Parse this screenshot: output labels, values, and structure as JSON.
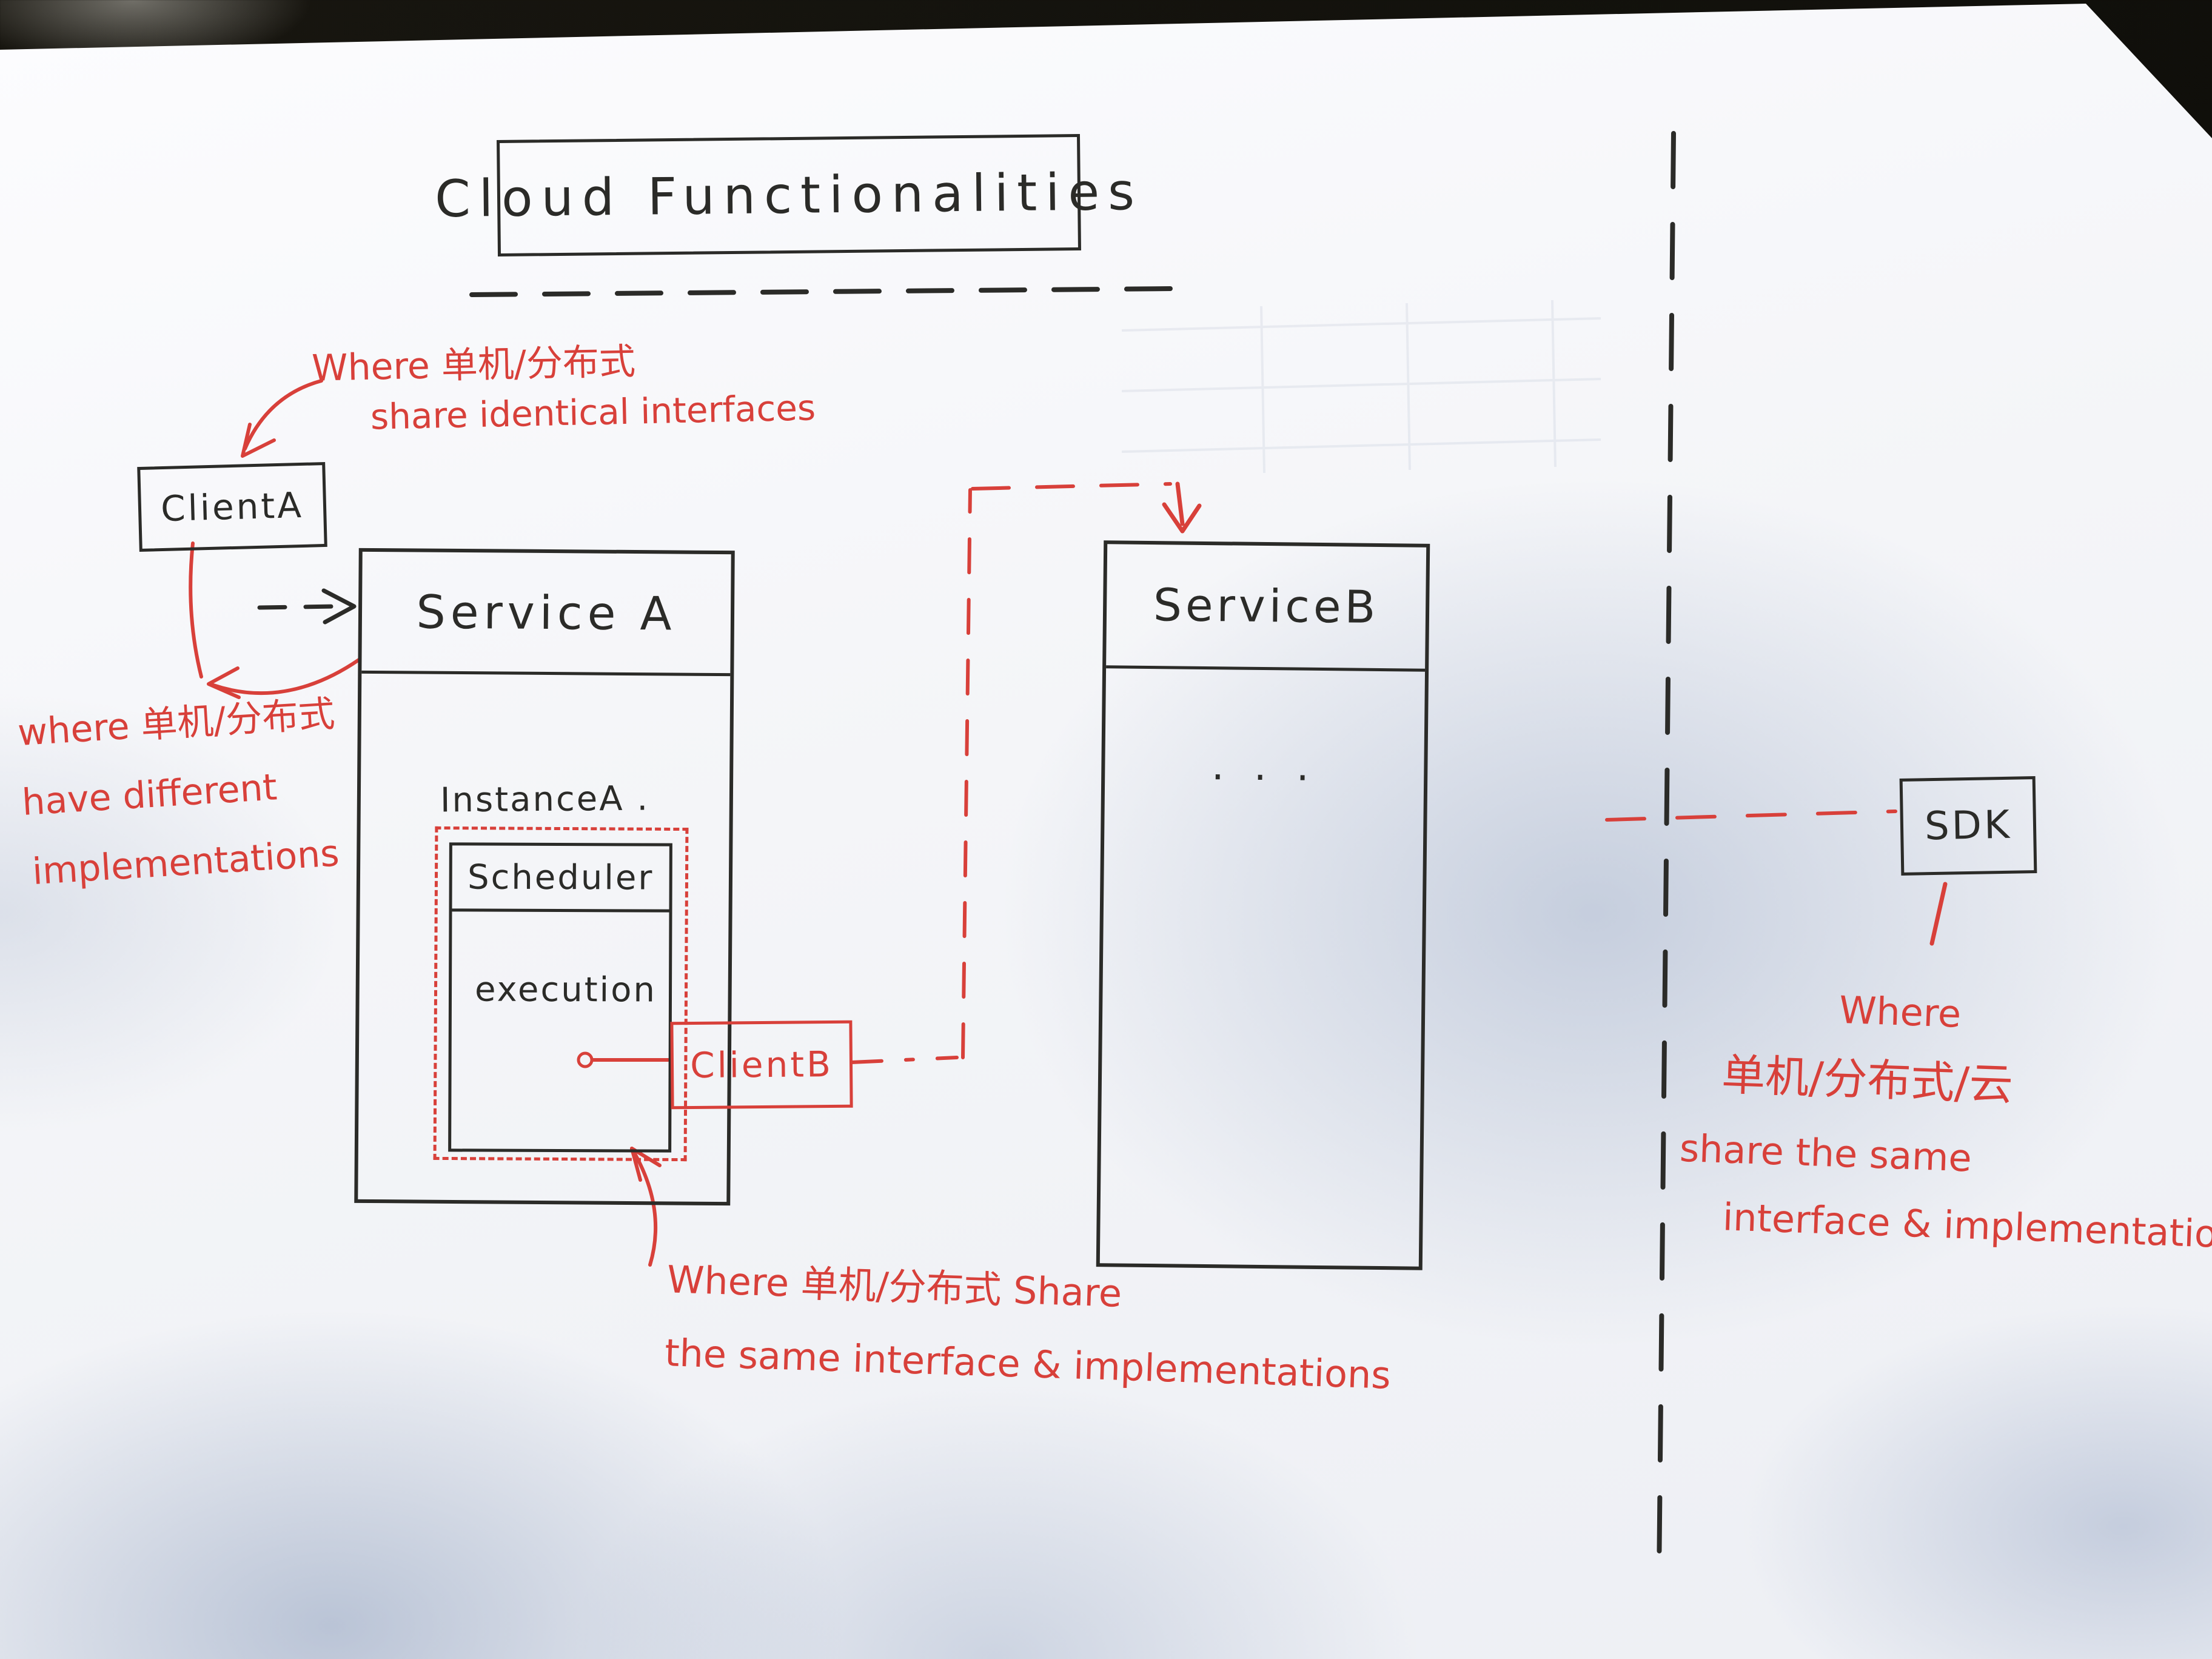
{
  "colors": {
    "ink": "#2b2b28",
    "red": "#d8403a"
  },
  "title": {
    "label": "Cloud Functionalities"
  },
  "boxes": {
    "client_a": {
      "label": "ClientA"
    },
    "service_a": {
      "label": "Service A"
    },
    "instance_a": {
      "label": "InstanceA ."
    },
    "scheduler": {
      "label": "Scheduler"
    },
    "execution": {
      "label": "execution"
    },
    "client_b": {
      "label": "ClientB"
    },
    "service_b": {
      "label": "ServiceB",
      "body": ". . ."
    },
    "sdk": {
      "label": "SDK"
    }
  },
  "annotations": {
    "top": {
      "line1": "Where 单机/分布式",
      "line2": "share identical interfaces"
    },
    "left": {
      "line1": "where 单机/分布式",
      "line2": "have different",
      "line3": "implementations"
    },
    "bottom": {
      "line1": "Where 单机/分布式  Share",
      "line2": "the same  interface & implementations"
    },
    "right": {
      "line1": "Where",
      "line2": "单机/分布式/云",
      "line3": "share the same",
      "line4": "interface & implementation"
    }
  }
}
